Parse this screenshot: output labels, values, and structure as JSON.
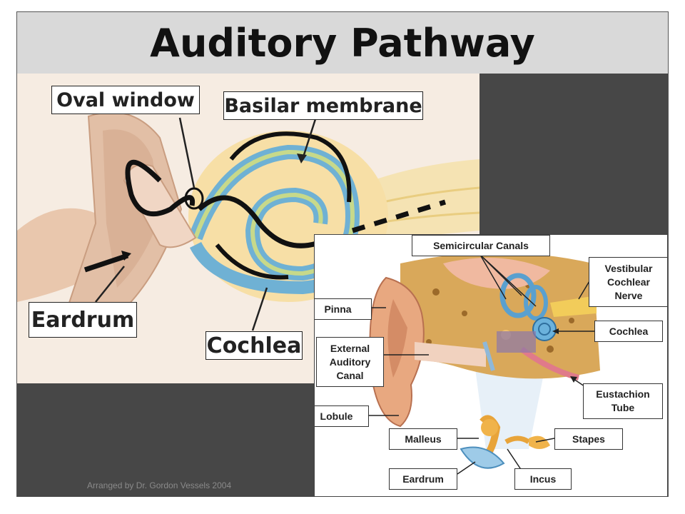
{
  "title": "Auditory Pathway",
  "left_diagram": {
    "labels": {
      "oval_window": "Oval window",
      "basilar_membrane": "Basilar membrane",
      "eardrum": "Eardrum",
      "cochlea": "Cochlea"
    }
  },
  "right_diagram": {
    "labels": {
      "semicircular_canals": "Semicircular Canals",
      "vestibular_cochlear_nerve_1": "Vestibular",
      "vestibular_cochlear_nerve_2": "Cochlear",
      "vestibular_cochlear_nerve_3": "Nerve",
      "pinna": "Pinna",
      "cochlea": "Cochlea",
      "external_auditory_canal_1": "External",
      "external_auditory_canal_2": "Auditory",
      "external_auditory_canal_3": "Canal",
      "eustachion_tube_1": "Eustachion",
      "eustachion_tube_2": "Tube",
      "lobule": "Lobule",
      "malleus": "Malleus",
      "stapes": "Stapes",
      "eardrum": "Eardrum",
      "incus": "Incus"
    }
  },
  "credit": "Arranged by Dr. Gordon Vessels 2004",
  "colors": {
    "title_bar": "#d9d9d9",
    "dark_block": "#474747",
    "skin": "#e8c9b0",
    "bone": "#d9a85a",
    "cochlea_blue": "#7fb8d8",
    "nerve_yellow": "#f2d98a"
  }
}
